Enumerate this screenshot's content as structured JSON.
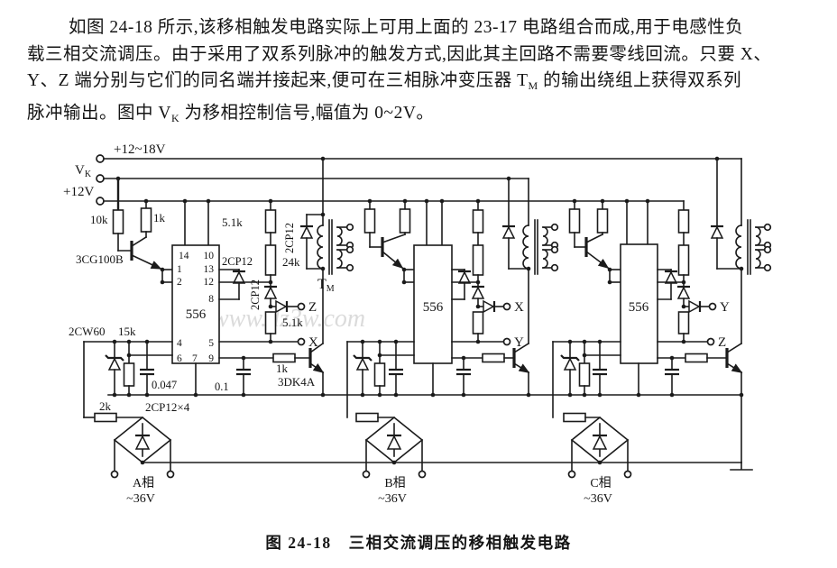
{
  "paragraph": {
    "l1": "如图 24-18 所示,该移相触发电路实际上可用上面的 23-17 电路组合而成,用于电感性负",
    "l2": "载三相交流调压。由于采用了双系列脉冲的触发方式,因此其主回路不需要零线回流。只要 X、",
    "l3a": "Y、Z 端分别与它们的同名端并接起来,便可在三相脉冲变压器 T",
    "l3sub": "M",
    "l3b": " 的输出绕组上获得双系列",
    "l4a": "脉冲输出。图中 V",
    "l4sub": "K",
    "l4b": " 为移相控制信号,幅值为 0~2V。"
  },
  "caption": "图 24-18　三相交流调压的移相触发电路",
  "watermark": "www.dz3w.com",
  "circuit": {
    "rails": {
      "top": "+12~18V",
      "vk_main": "V",
      "vk_sub": "K",
      "bottom": "+12V"
    },
    "ch1": {
      "r_10k": "10k",
      "r_1k": "1k",
      "q_sync": "3CG100B",
      "r_chain_top": "5.1k",
      "d_fw": "2CP12",
      "d_in": "2CP12",
      "r_24k": "24k",
      "d_chain": "2CP12",
      "r_chain_bot": "5.1k",
      "out_top": "Z",
      "out_bot": "X",
      "ic": "556",
      "zener": "2CW60",
      "r_15k": "15k",
      "c1": "0.047",
      "c2": "0.1",
      "r_base": "1k",
      "q_drv": "3DK4A",
      "r_bridge": "2k",
      "bridge_note": "2CP12×4",
      "tf_main": "T",
      "tf_sub": "M"
    },
    "ch2": {
      "ic": "556",
      "out_top": "X",
      "out_bot": "Y"
    },
    "ch3": {
      "ic": "556",
      "out_top": "Y",
      "out_bot": "Z"
    },
    "ic1_pins": {
      "p14": "14",
      "p10": "10",
      "p1": "1",
      "p13": "13",
      "p2": "2",
      "p12": "12",
      "p8": "8",
      "p4": "4",
      "p5": "5",
      "p6": "6",
      "p7": "7",
      "p9": "9"
    },
    "phases": {
      "a_name": "A相",
      "a_v": "~36V",
      "b_name": "B相",
      "b_v": "~36V",
      "c_name": "C相",
      "c_v": "~36V"
    }
  }
}
